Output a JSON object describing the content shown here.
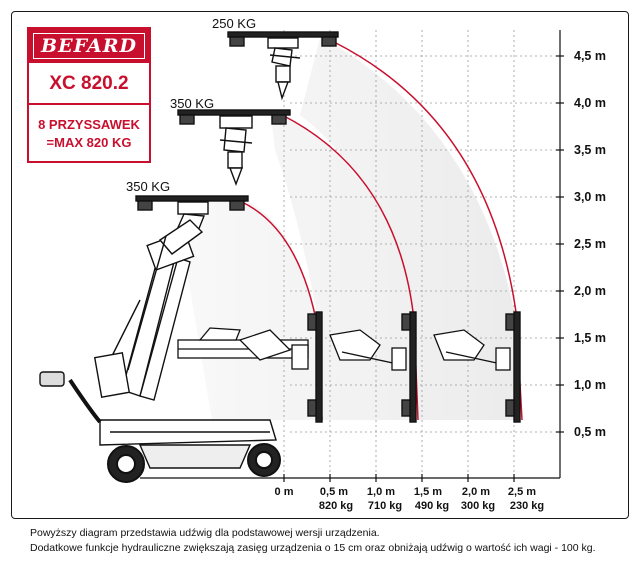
{
  "brand": {
    "logo": "BEFARD",
    "model": "XC 820.2",
    "spec_line1": "8 PRZYSSAWEK",
    "spec_line2": "=MAX 820 KG"
  },
  "height_axis": [
    "0,5 m",
    "1,0 m",
    "1,5 m",
    "2,0 m",
    "2,5 m",
    "3,0 m",
    "3,5 m",
    "4,0 m",
    "4,5 m"
  ],
  "reach_axis": [
    {
      "distance": "0 m",
      "load": ""
    },
    {
      "distance": "0,5 m",
      "load": "820 kg"
    },
    {
      "distance": "1,0 m",
      "load": "710 kg"
    },
    {
      "distance": "1,5 m",
      "load": "490 kg"
    },
    {
      "distance": "2,0 m",
      "load": "300 kg"
    },
    {
      "distance": "2,5 m",
      "load": "230 kg"
    }
  ],
  "top_loads": [
    "250 KG",
    "350 KG",
    "350 KG"
  ],
  "colors": {
    "accent": "#c8102e",
    "arc": "#c8102e",
    "grid": "#9a9a9a",
    "line": "#111111"
  },
  "footnote": {
    "line1": "Powyższy diagram przedstawia udźwig dla podstawowej wersji urządzenia.",
    "line2": "Dodatkowe funkcje hydrauliczne zwiększają zasięg urządzenia o 15 cm oraz obniżają udźwig o wartość ich wagi - 100 kg."
  }
}
